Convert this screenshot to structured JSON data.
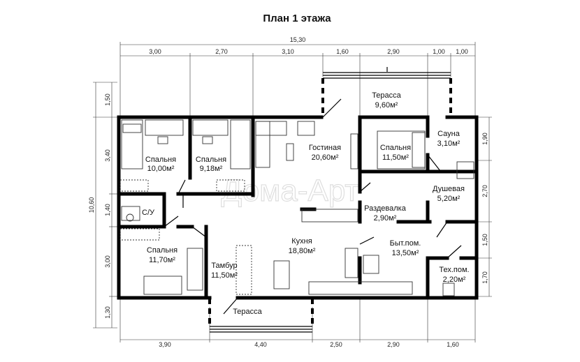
{
  "title": "План 1 этажа",
  "watermark": "Дома-Арт",
  "dims": {
    "total_width": "15,30",
    "top": [
      "3,00",
      "2,70",
      "3,10",
      "1,60",
      "2,90",
      "1,00",
      "1,00"
    ],
    "bottom": [
      "3,90",
      "4,40",
      "2,50",
      "2,90",
      "1,60"
    ],
    "left": [
      "1,50",
      "3,40",
      "10,60",
      "1,40",
      "3,00",
      "1,30"
    ],
    "right": [
      "1,90",
      "2,70",
      "1,50",
      "1,70"
    ]
  },
  "rooms": {
    "terrace_top": {
      "name": "Терасса",
      "area": "9,60м²"
    },
    "bedroom1": {
      "name": "Спальня",
      "area": "10,00м²"
    },
    "bedroom2": {
      "name": "Спальня",
      "area": "9,18м²"
    },
    "living": {
      "name": "Гостиная",
      "area": "20,60м²"
    },
    "bedroom3": {
      "name": "Спальня",
      "area": "11,50м²"
    },
    "sauna": {
      "name": "Сауна",
      "area": "3,10м²"
    },
    "shower": {
      "name": "Душевая",
      "area": "5,20м²"
    },
    "wc": {
      "name": "С/У"
    },
    "dressing": {
      "name": "Раздевалка",
      "area": "2,90м²"
    },
    "kitchen": {
      "name": "Кухня",
      "area": "18,80м²"
    },
    "utility": {
      "name": "Быт.пом.",
      "area": "13,50м²"
    },
    "bedroom4": {
      "name": "Спальня",
      "area": "11,70м²"
    },
    "vestibule": {
      "name": "Тамбур",
      "area": "11,50м²"
    },
    "tech": {
      "name": "Тех.пом.",
      "area": "2,20м²"
    },
    "terrace_bottom": {
      "name": "Терасса"
    }
  }
}
